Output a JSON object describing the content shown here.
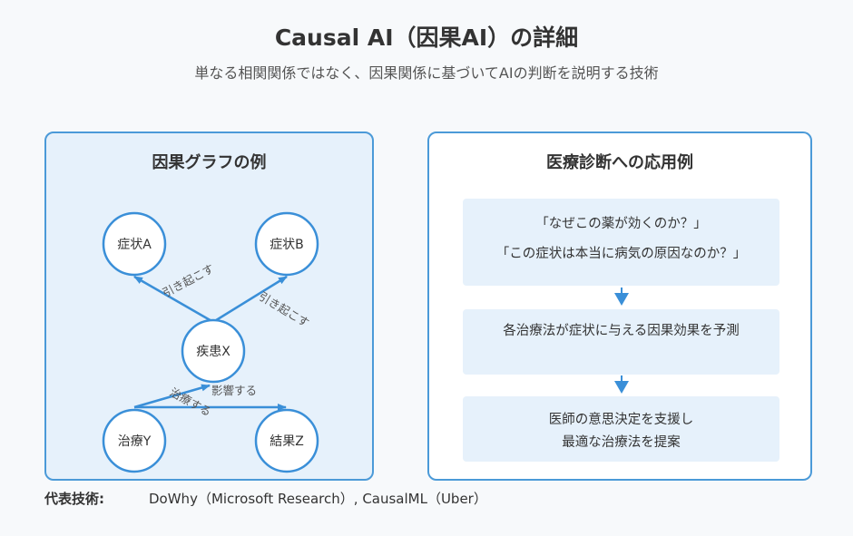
{
  "title": "Causal AI（因果AI）の詳細",
  "subtitle": "単なる相関関係ではなく、因果関係に基づいてAIの判断を説明する技術",
  "left_panel": {
    "title": "因果グラフの例",
    "nodes": {
      "symptom_a": "症状A",
      "symptom_b": "症状B",
      "disease_x": "疾患X",
      "treatment_y": "治療Y",
      "result_z": "結果Z"
    },
    "edges": {
      "x_to_a": "引き起こす",
      "x_to_b": "引き起こす",
      "y_to_x": "影響する",
      "y_to_z": "治療する"
    }
  },
  "right_panel": {
    "title": "医療診断への応用例",
    "step1": {
      "line1": "「なぜこの薬が効くのか？」",
      "line2": "「この症状は本当に病気の原因なのか？」"
    },
    "step2": {
      "line1": "各治療法が症状に与える因果効果を予測"
    },
    "step3": {
      "line1": "医師の意思決定を支援し",
      "line2": "最適な治療法を提案"
    }
  },
  "footer": {
    "label": "代表技術:",
    "value": "DoWhy（Microsoft Research）, CausalML（Uber）"
  },
  "colors": {
    "accent": "#3a8fd8",
    "panel_border": "#4b9ad8",
    "panel_fill": "#e6f1fb"
  }
}
